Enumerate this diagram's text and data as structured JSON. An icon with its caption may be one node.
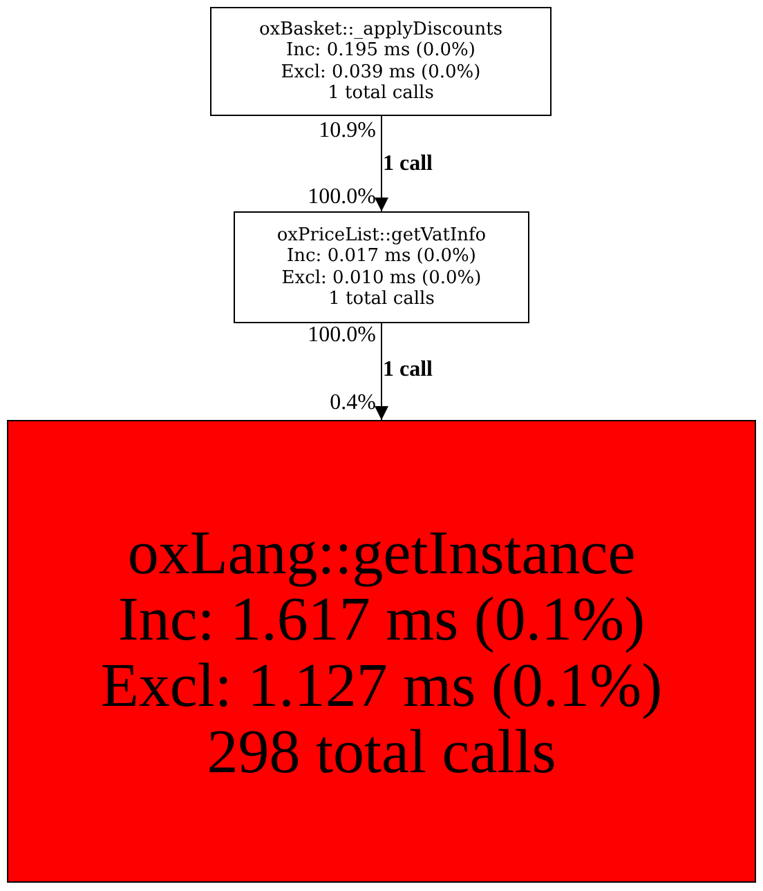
{
  "diagram": {
    "nodes": [
      {
        "text": [
          "oxBasket::_applyDiscounts",
          "Inc: 0.195 ms (0.0%)",
          "Excl: 0.039 ms (0.0%)",
          "1 total calls"
        ]
      },
      {
        "text": [
          "oxPriceList::getVatInfo",
          "Inc: 0.017 ms (0.0%)",
          "Excl: 0.010 ms (0.0%)",
          "1 total calls"
        ]
      },
      {
        "text": [
          "oxLang::getInstance",
          "Inc: 1.617 ms (0.1%)",
          "Excl: 1.127 ms (0.1%)",
          "298 total calls"
        ]
      }
    ],
    "edges": [
      {
        "from": 0,
        "to": 1,
        "arrow": "to",
        "label": "1 call"
      },
      {
        "from": 1,
        "to": 2,
        "arrow": "to",
        "label": "1 call"
      }
    ],
    "labels": [
      "10.9%",
      "100.0%",
      "100.0%",
      "0.4%"
    ]
  }
}
